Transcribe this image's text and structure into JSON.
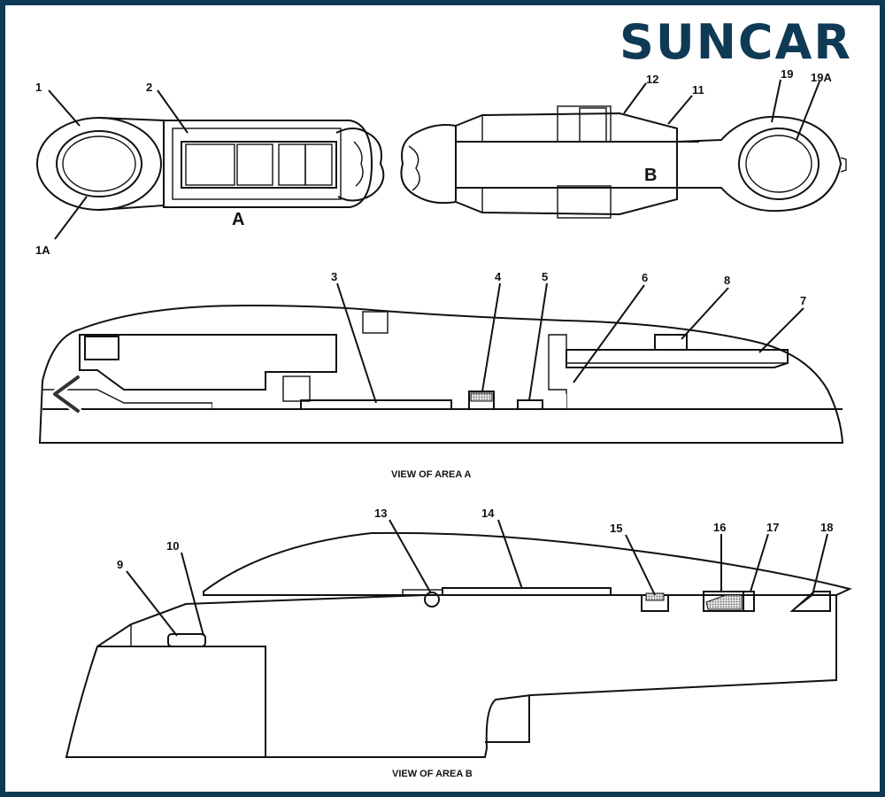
{
  "brand": {
    "name": "SUNCAR",
    "color": "#0f3a55"
  },
  "callouts_top": [
    "1",
    "2",
    "12",
    "11",
    "19",
    "19A",
    "1A"
  ],
  "area_letters": {
    "a": "A",
    "b": "B"
  },
  "callouts_area_a": [
    "3",
    "4",
    "5",
    "6",
    "8",
    "7"
  ],
  "caption_a": "VIEW OF AREA A",
  "callouts_area_b": [
    "9",
    "10",
    "13",
    "14",
    "15",
    "16",
    "17",
    "18"
  ],
  "caption_b": "VIEW OF AREA B",
  "nav": {
    "prev_icon": "chevron-left-icon"
  }
}
